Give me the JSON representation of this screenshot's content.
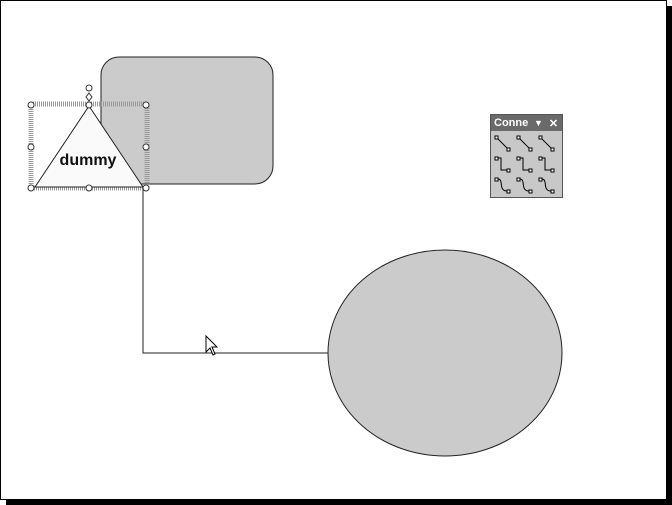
{
  "shapes": {
    "triangle_label": "dummy"
  },
  "connector_toolbar": {
    "title": "Conne",
    "dropdown_icon": "chevron-down-icon",
    "close_icon": "close-icon",
    "buttons": [
      {
        "name": "straight-connector"
      },
      {
        "name": "straight-arrow-connector"
      },
      {
        "name": "straight-double-arrow-connector"
      },
      {
        "name": "elbow-connector"
      },
      {
        "name": "elbow-arrow-connector"
      },
      {
        "name": "elbow-double-arrow-connector"
      },
      {
        "name": "curved-connector"
      },
      {
        "name": "curved-arrow-connector"
      },
      {
        "name": "curved-double-arrow-connector"
      }
    ]
  }
}
